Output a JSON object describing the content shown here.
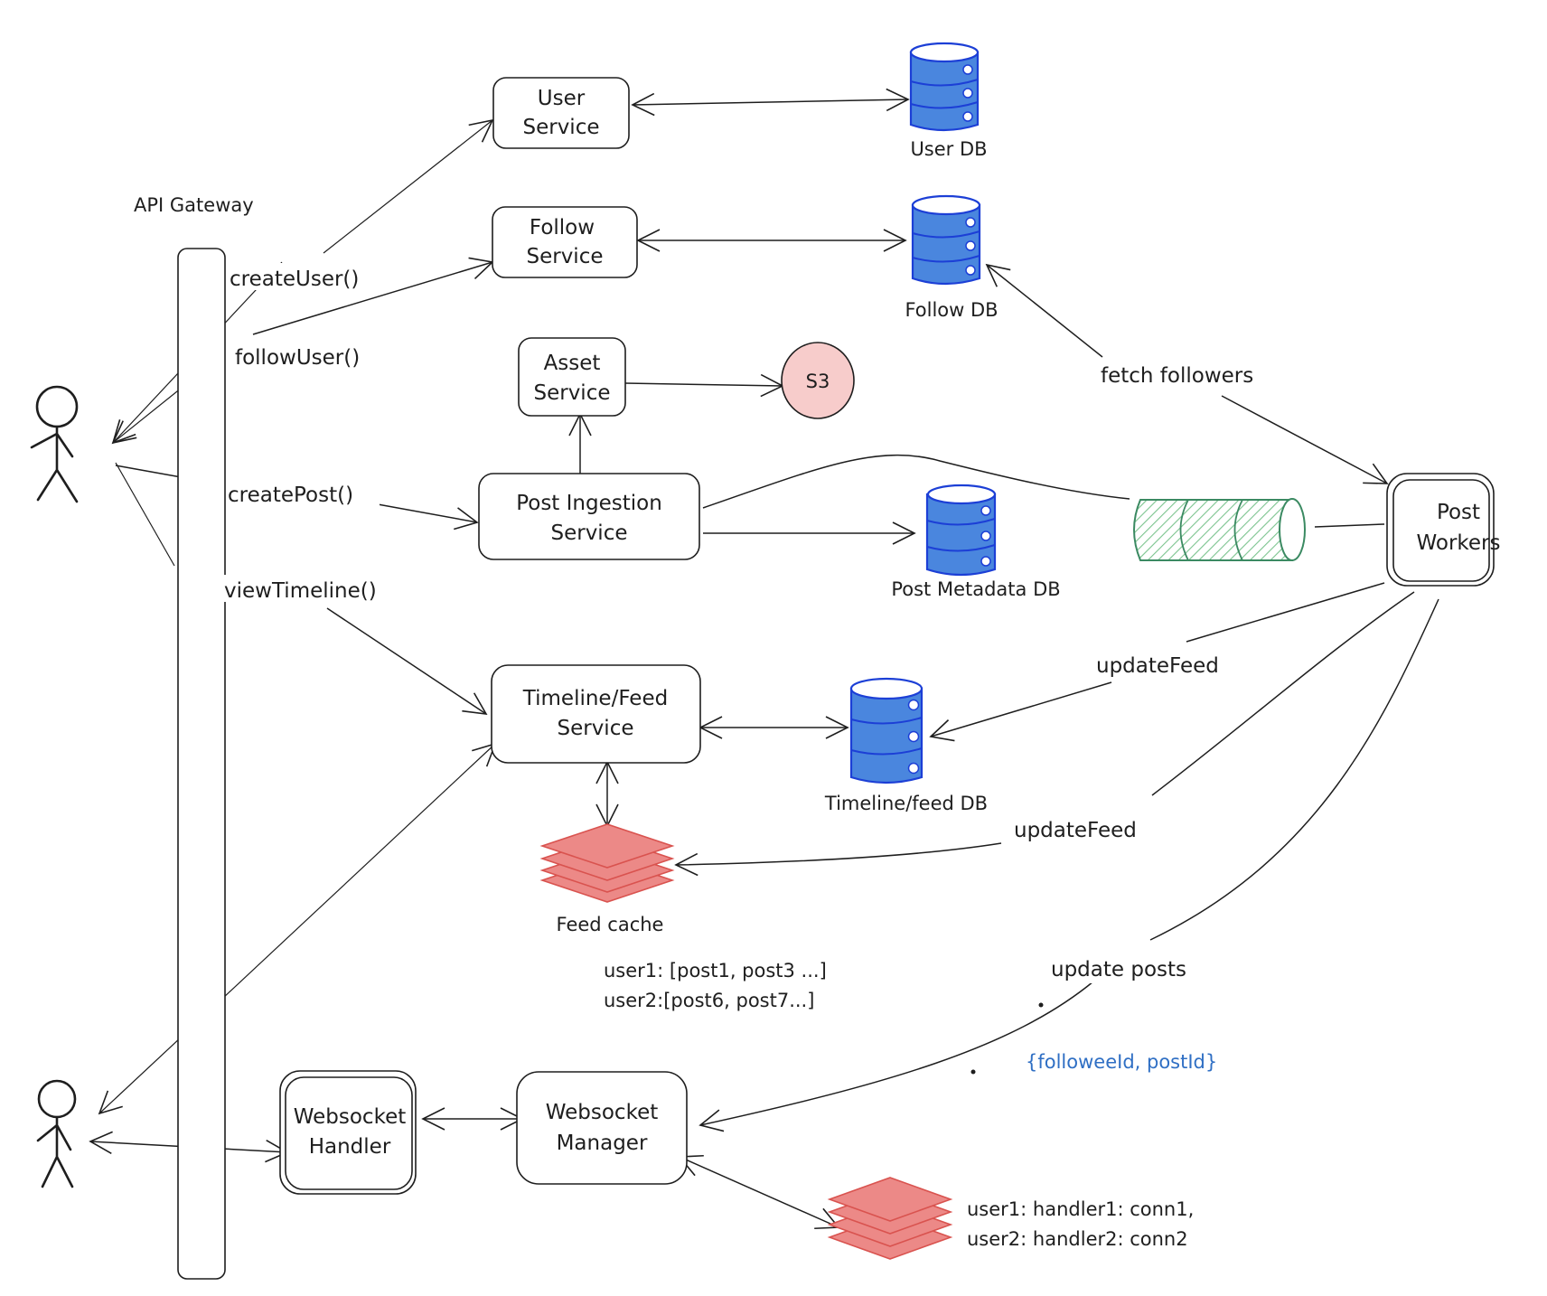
{
  "diagram": {
    "title": "Social media feed system architecture",
    "gateway_label": "API Gateway",
    "actors": [
      {
        "id": "user-top",
        "label": ""
      },
      {
        "id": "user-bottom",
        "label": ""
      }
    ],
    "services": {
      "user_service": [
        "User",
        "Service"
      ],
      "follow_service": [
        "Follow",
        "Service"
      ],
      "asset_service": [
        "Asset",
        "Service"
      ],
      "post_ingestion_service": [
        "Post Ingestion",
        "Service"
      ],
      "timeline_service": [
        "Timeline/Feed",
        "Service"
      ],
      "post_workers": [
        "Post",
        "Workers"
      ],
      "websocket_handler": [
        "Websocket",
        "Handler"
      ],
      "websocket_manager": [
        "Websocket",
        "Manager"
      ]
    },
    "datastores": {
      "user_db": "User DB",
      "follow_db": "Follow DB",
      "post_metadata_db": "Post Metadata DB",
      "timeline_db": "Timeline/feed DB",
      "s3": "S3",
      "feed_cache": "Feed cache"
    },
    "edge_labels": {
      "create_user": "createUser()",
      "follow_user": "followUser()",
      "create_post": "createPost()",
      "view_timeline": "viewTimeline()",
      "fetch_followers": "fetch followers",
      "update_feed_db": "updateFeed",
      "update_feed_cache": "updateFeed",
      "update_posts": "update posts"
    },
    "notes": {
      "feed_cache_example": [
        "user1: [post1, post3 ...]",
        "user2:[post6, post7...]"
      ],
      "ws_cache_example": [
        "user1: handler1: conn1,",
        "user2: handler2: conn2"
      ],
      "update_payload": "{followeeId, postId}"
    },
    "colors": {
      "db_fill": "#4a86de",
      "db_stroke": "#1c3fd6",
      "cache_fill": "#ec8987",
      "s3_fill": "#f7cccb",
      "queue_stroke": "#3b8a62",
      "payload_text": "#2f6fc4"
    }
  }
}
